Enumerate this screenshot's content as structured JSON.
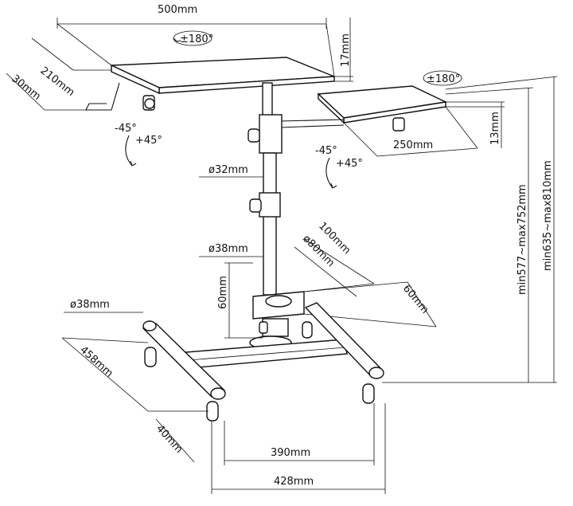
{
  "dimensions": {
    "top_width": "500mm",
    "top_depth": "210mm",
    "top_thickness": "17mm",
    "hook_height": "30mm",
    "top_rotation": "±180°",
    "side_rotation": "±180°",
    "side_width": "250mm",
    "side_thickness": "13mm",
    "tilt_left_minus": "-45°",
    "tilt_left_plus": "+45°",
    "tilt_right_minus": "-45°",
    "tilt_right_plus": "+45°",
    "pole_upper_dia": "ø32mm",
    "pole_lower_dia": "ø38mm",
    "clamp_width": "100mm",
    "clamp_inner_dia": "ø80mm",
    "clamp_height_left": "60mm",
    "clamp_height_right": "60mm",
    "base_tube_dia": "ø38mm",
    "base_depth": "458mm",
    "caster_height": "40mm",
    "inner_width": "390mm",
    "outer_width": "428mm",
    "height_range_top": "min577~max752mm",
    "height_range_full": "min635~max810mm"
  }
}
